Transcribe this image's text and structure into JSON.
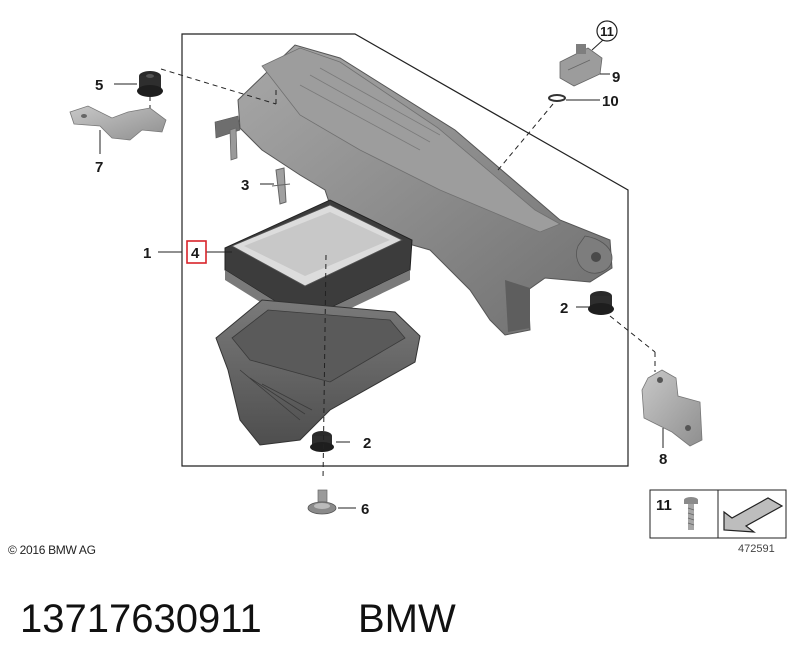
{
  "callouts": {
    "c1": "1",
    "c2a": "2",
    "c2b": "2",
    "c3": "3",
    "c4": "4",
    "c5": "5",
    "c6": "6",
    "c7": "7",
    "c8": "8",
    "c9": "9",
    "c10": "10",
    "c11": "11"
  },
  "legend": {
    "number": "11",
    "diagram_id": "472591"
  },
  "copyright": "© 2016 BMW AG",
  "part_number": "13717630911",
  "brand": "BMW",
  "colors": {
    "highlight": "#d8232a",
    "housing": "#8a8a8a",
    "line": "#222222"
  }
}
